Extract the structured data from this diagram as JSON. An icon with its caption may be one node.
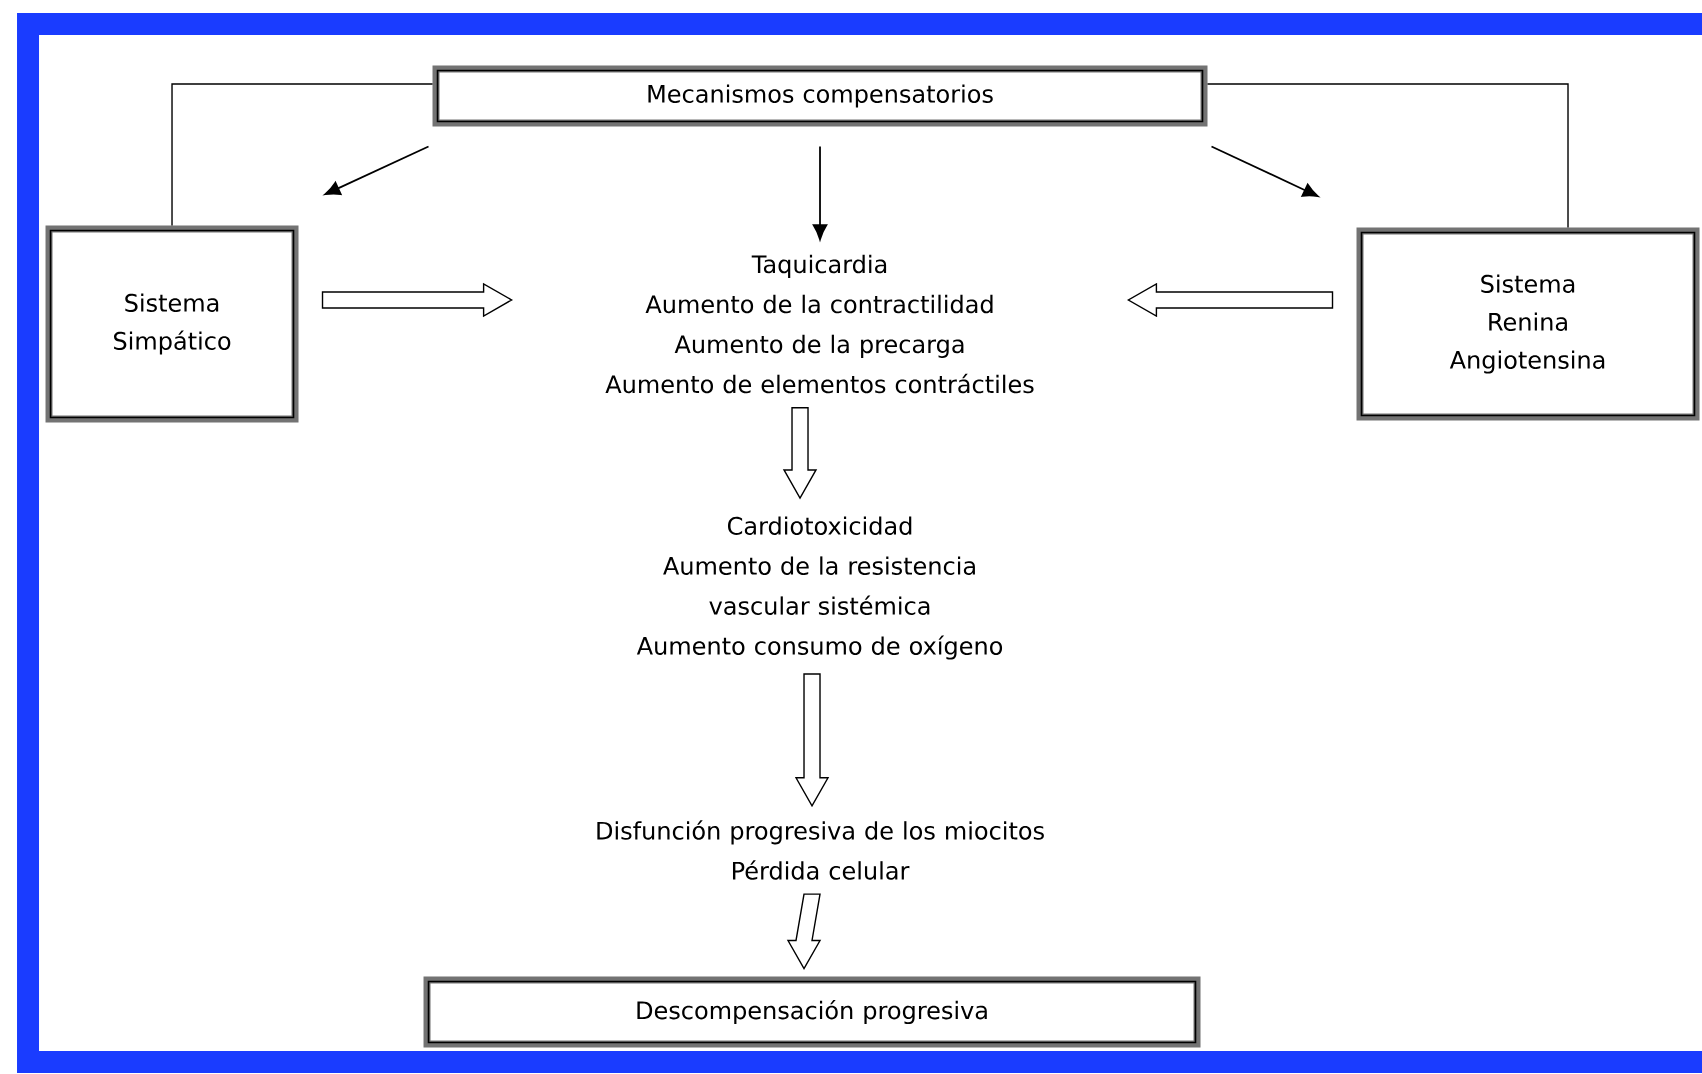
{
  "diagram": {
    "nodes": [
      {
        "text": [
          "Mecanismos compensatorios"
        ]
      },
      {
        "text": [
          "Sistema Simpático"
        ]
      },
      {
        "text": [
          "Taquicardia",
          "Aumento de la contractilidad",
          "Aumento de la precarga",
          "Aumento de elementos contráctiles"
        ]
      },
      {
        "text": [
          "Sistema Renina Angiotensina"
        ]
      },
      {
        "text": [
          "Cardiotoxicidad",
          "Aumento de la  resistencia vascular sistémica",
          "Aumento consumo de oxígeno"
        ]
      },
      {
        "text": [
          "Disfunción progresiva de los miocitos",
          "Pérdida celular"
        ]
      },
      {
        "text": [
          "Descompensación progresiva"
        ]
      }
    ],
    "edges": [
      {
        "from": 0,
        "to": 1,
        "arrow": "none"
      },
      {
        "from": 0,
        "to": 3,
        "arrow": "none"
      },
      {
        "from": 0,
        "to": 1,
        "arrow": "to"
      },
      {
        "from": 0,
        "to": 2,
        "arrow": "to"
      },
      {
        "from": 0,
        "to": 3,
        "arrow": "to"
      },
      {
        "from": 1,
        "to": 2,
        "arrow": "to"
      },
      {
        "from": 3,
        "to": 2,
        "arrow": "to"
      },
      {
        "from": 2,
        "to": 4,
        "arrow": "to"
      },
      {
        "from": 4,
        "to": 5,
        "arrow": "to"
      },
      {
        "from": 5,
        "to": 6,
        "arrow": "to"
      }
    ]
  }
}
